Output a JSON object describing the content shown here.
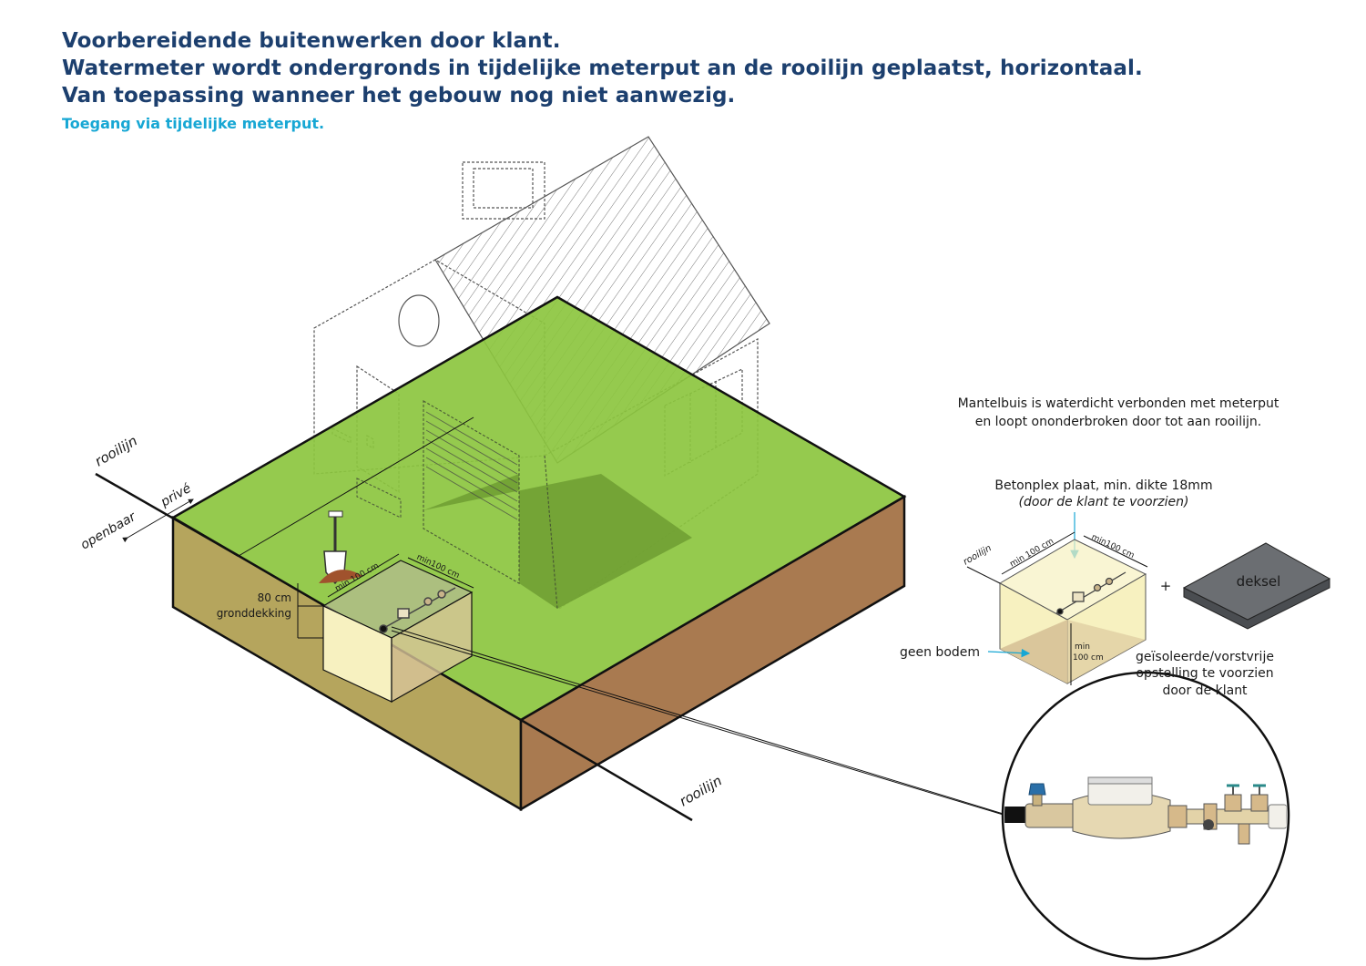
{
  "header": {
    "line1": "Voorbereidende buitenwerken door klant.",
    "line2": "Watermeter wordt ondergronds in tijdelijke meterput an de rooilijn geplaatst, horizontaal.",
    "line3": "Van toepassing wanneer het gebouw nog niet aanwezig.",
    "subtitle": "Toegang via tijdelijke meterput."
  },
  "main_scene": {
    "rooilijn_top": "rooilijn",
    "rooilijn_bottom": "rooilijn",
    "openbaar": "openbaar",
    "prive": "privé",
    "depth_value": "80 cm",
    "depth_label": "gronddekking",
    "pit_dim_left": "min 100 cm",
    "pit_dim_right": "min100 cm"
  },
  "detail": {
    "note_line1": "Mantelbuis is waterdicht verbonden met meterput",
    "note_line2": "en loopt ononderbroken door tot aan rooilijn.",
    "plate_line1": "Betonplex plaat, min. dikte 18mm",
    "plate_line2": "(door de klant te voorzien)",
    "rooilijn": "rooilijn",
    "dim_left": "min 100 cm",
    "dim_right": "min100 cm",
    "dim_height_1": "min",
    "dim_height_2": "100 cm",
    "plus": "+",
    "deksel": "deksel",
    "geen_bodem": "geen bodem",
    "insulation_line1": "geïsoleerde/vorstvrije",
    "insulation_line2": "opstelling te voorzien",
    "insulation_line3": "door de klant"
  },
  "colors": {
    "title": "#1c3f6e",
    "subtitle": "#17a7d4",
    "grass": "#8cc63f",
    "grass_shadow": "#6e9e33",
    "soil_front": "#b5a55d",
    "soil_side": "#a97a50",
    "pit_yellow": "#f7f1c0",
    "pit_floor": "#d8c49a",
    "arrow_cyan": "#17a7d4",
    "deksel_gray": "#6b6e72"
  }
}
